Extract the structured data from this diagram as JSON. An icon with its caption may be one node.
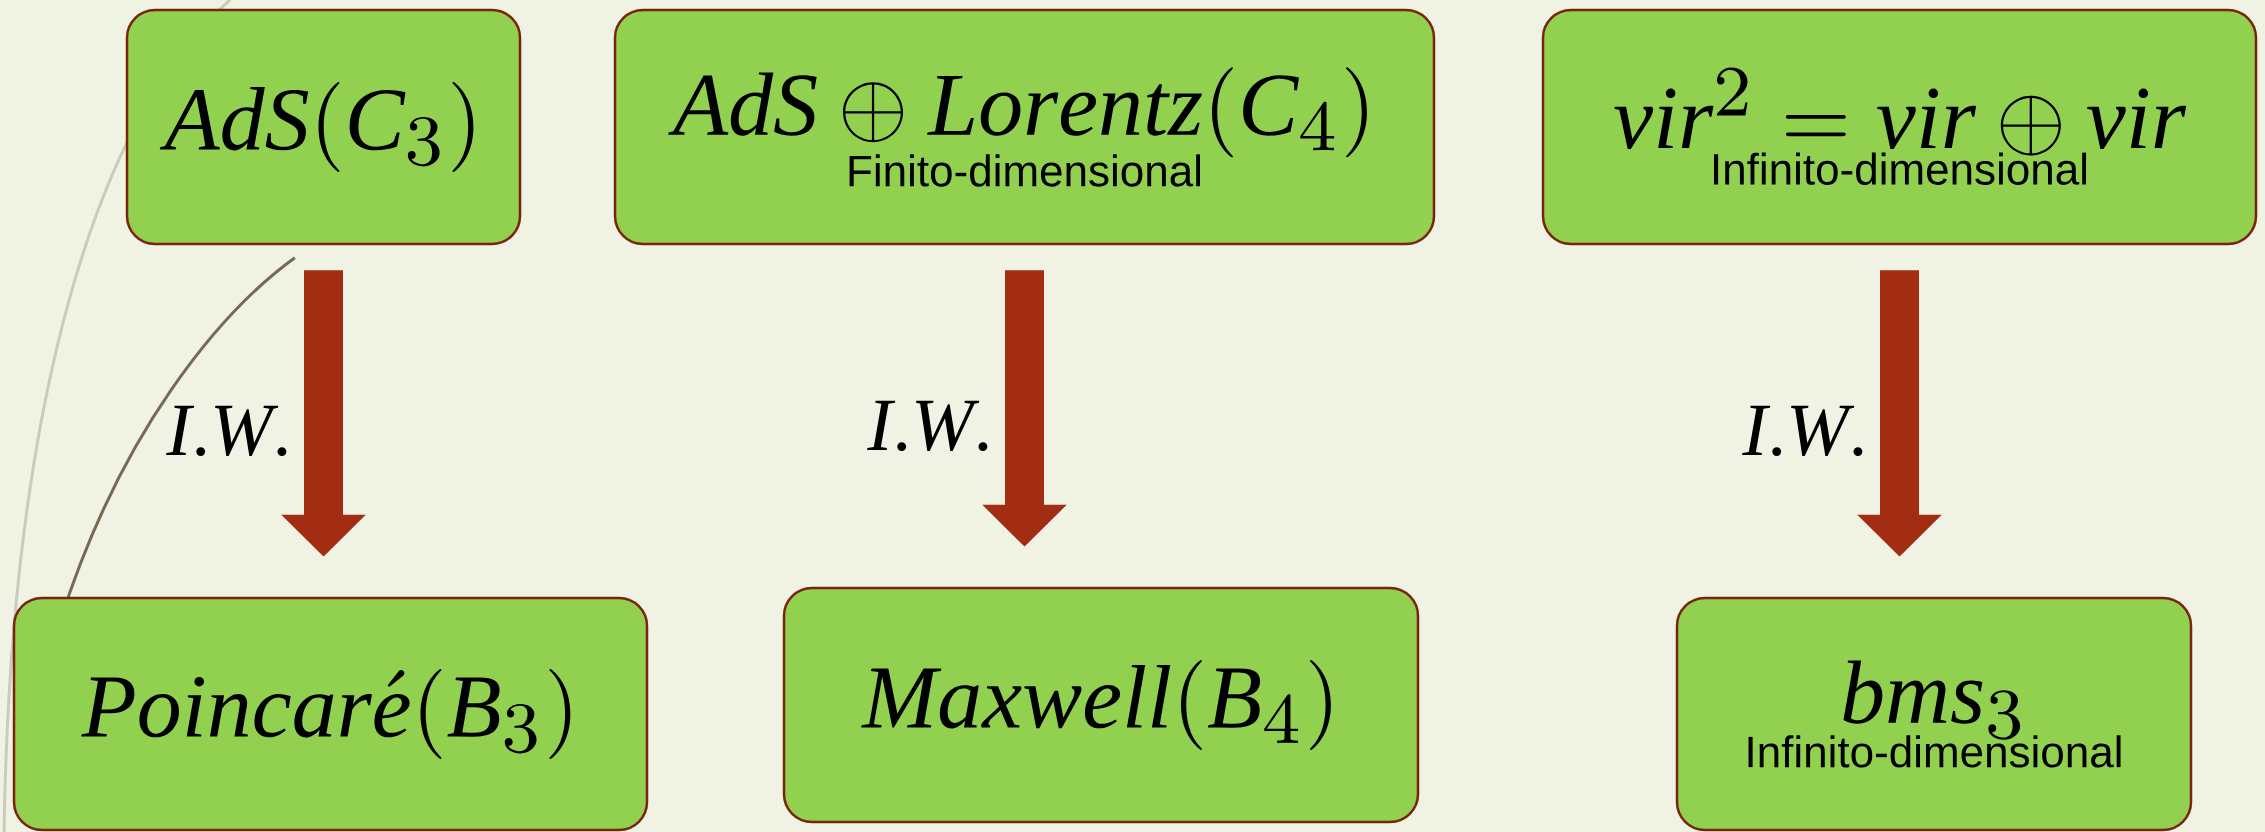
{
  "diagram": {
    "nodes": [
      {
        "text": [
          "AdS(C_3)"
        ]
      },
      {
        "text": [
          "AdS \\oplus Lorentz(C_4)",
          "Finito-dimensional"
        ]
      },
      {
        "text": [
          "vir^2 = vir \\oplus vir",
          "Infinito-dimensional"
        ]
      },
      {
        "text": [
          "Poincar\\acute{e}(B_3)"
        ]
      },
      {
        "text": [
          "Maxwell(B_4)"
        ]
      },
      {
        "text": [
          "bms_3",
          "Infinito-dimensional"
        ]
      }
    ],
    "edges": [
      {
        "from": 0,
        "to": 3,
        "arrow": "to",
        "label": "I.W."
      },
      {
        "from": 1,
        "to": 4,
        "arrow": "to",
        "label": "I.W."
      },
      {
        "from": 2,
        "to": 5,
        "arrow": "to",
        "label": "I.W."
      }
    ]
  }
}
